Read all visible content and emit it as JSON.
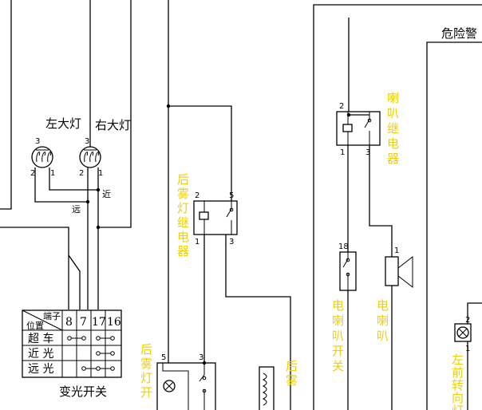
{
  "labels": {
    "left_headlight": "左大灯",
    "right_headlight": "右大灯",
    "far": "远",
    "near": "近",
    "hazard": "危险警",
    "rear_fog_relay": "后雾灯继电器",
    "horn_relay": "喇叭继电器",
    "horn_switch": "电喇叭开关",
    "horn": "电喇叭",
    "rear_fog_switch": "后雾灯开",
    "rear_fog_lamp": "后雾",
    "left_front_turn": "左前转向灯",
    "dimmer_switch": "变光开关"
  },
  "terminals": {
    "lh_3": "3",
    "lh_2": "2",
    "lh_1": "1",
    "rh_3": "3",
    "rh_2": "2",
    "rh_1": "1",
    "fr_2": "2",
    "fr_5": "5",
    "fr_1": "1",
    "fr_3": "3",
    "hr_2": "2",
    "hr_1": "1",
    "hr_3": "3",
    "hs_18": "18",
    "horn_1": "1",
    "sw_5": "5",
    "sw_3": "3",
    "lt_2": "2",
    "lt_1": "1"
  },
  "table": {
    "corner_top": "端子",
    "corner_bottom": "位置",
    "columns": [
      "8",
      "7",
      "17",
      "16"
    ],
    "rows": [
      {
        "label": "超  车"
      },
      {
        "label": "近  光"
      },
      {
        "label": "远  光"
      }
    ]
  },
  "colors": {
    "wire": "#000000",
    "label_yellow": "#f0d000",
    "background": "#ffffff"
  }
}
